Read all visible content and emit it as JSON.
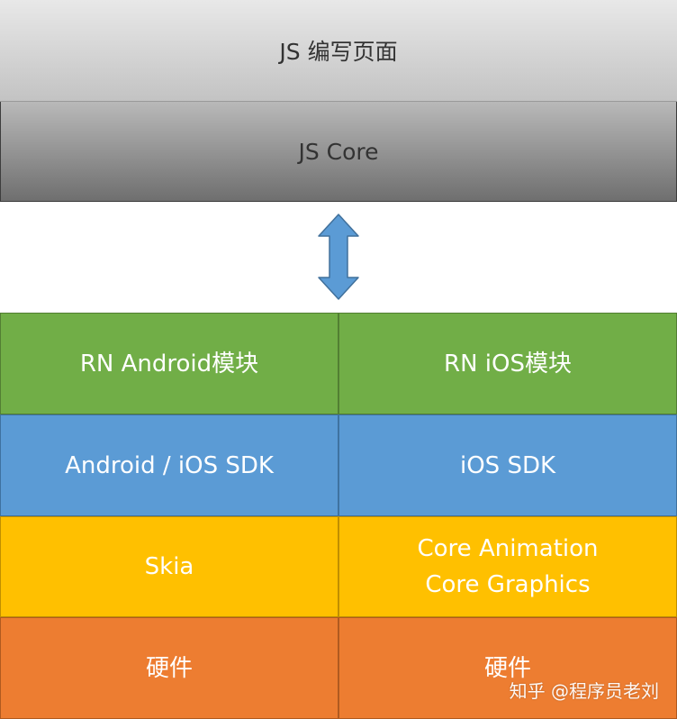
{
  "top": {
    "js_page_label": "JS 编写页面",
    "js_core_label": "JS Core"
  },
  "arrow": {
    "icon": "double-arrow-vertical-icon",
    "color": "#5b9bd5"
  },
  "grid": {
    "left": {
      "rn_module": "RN Android模块",
      "sdk": "Android / iOS SDK",
      "graphics": [
        "Skia"
      ],
      "hardware": "硬件"
    },
    "right": {
      "rn_module": "RN iOS模块",
      "sdk": "iOS SDK",
      "graphics": [
        "Core Animation",
        "Core Graphics"
      ],
      "hardware": "硬件"
    }
  },
  "colors": {
    "green": "#71ae47",
    "blue": "#5b9bd5",
    "yellow": "#ffc000",
    "orange": "#ed7d31"
  },
  "watermark": "知乎 @程序员老刘"
}
